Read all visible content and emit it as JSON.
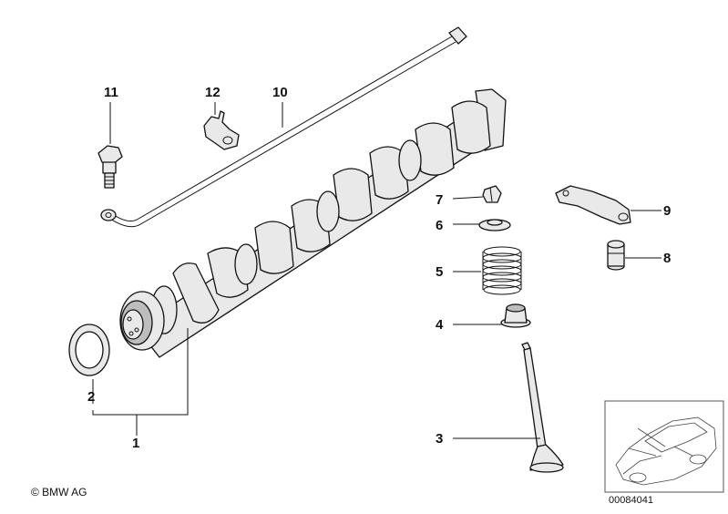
{
  "callouts": {
    "c1": "1",
    "c2": "2",
    "c3": "3",
    "c4": "4",
    "c5": "5",
    "c6": "6",
    "c7": "7",
    "c8": "8",
    "c9": "9",
    "c10": "10",
    "c11": "11",
    "c12": "12"
  },
  "copyright": "© BMW AG",
  "diagram_number": "00084041"
}
